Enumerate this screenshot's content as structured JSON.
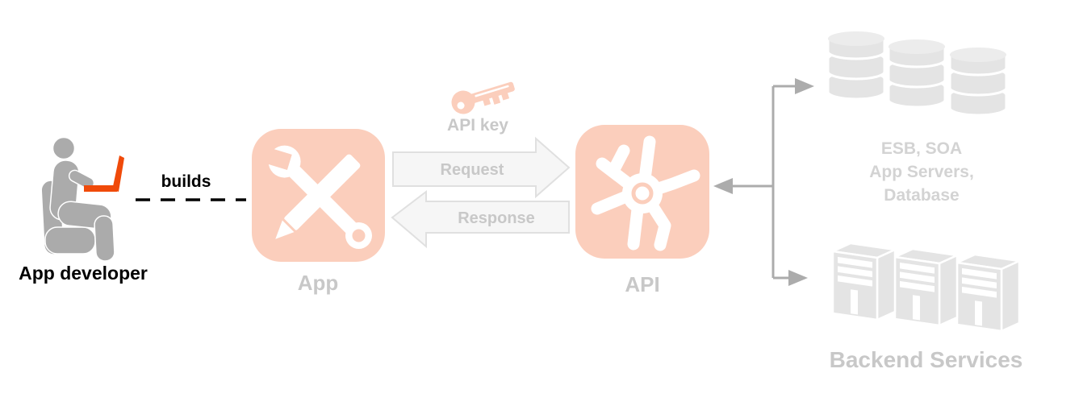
{
  "labels": {
    "developer": "App developer",
    "builds": "builds",
    "app": "App",
    "api_key": "API key",
    "request": "Request",
    "response": "Response",
    "api": "API",
    "esb": "ESB, SOA\nApp Servers,\nDatabase",
    "backend_services": "Backend Services"
  },
  "icons": {
    "developer": "person-at-laptop-icon",
    "app": "wrench-and-pencil-icon",
    "api_key": "key-icon",
    "api": "pinwheel-gear-icon",
    "esb": "database-stack-icon",
    "backend": "server-towers-icon",
    "flow": "request-response-arrows",
    "connector": "branch-arrow-connector"
  },
  "colors": {
    "salmon": "#FBCEBC",
    "orange": "#F04A0A",
    "person_gray": "#ABABAB",
    "label_gray": "#C8C8C8",
    "label_gray_light": "#D3D3D3",
    "icon_gray": "#E4E4E4",
    "arrow_fill": "#F6F6F6",
    "arrow_border": "#E0E0E0",
    "connector_gray": "#ACACAC",
    "black": "#000000"
  }
}
